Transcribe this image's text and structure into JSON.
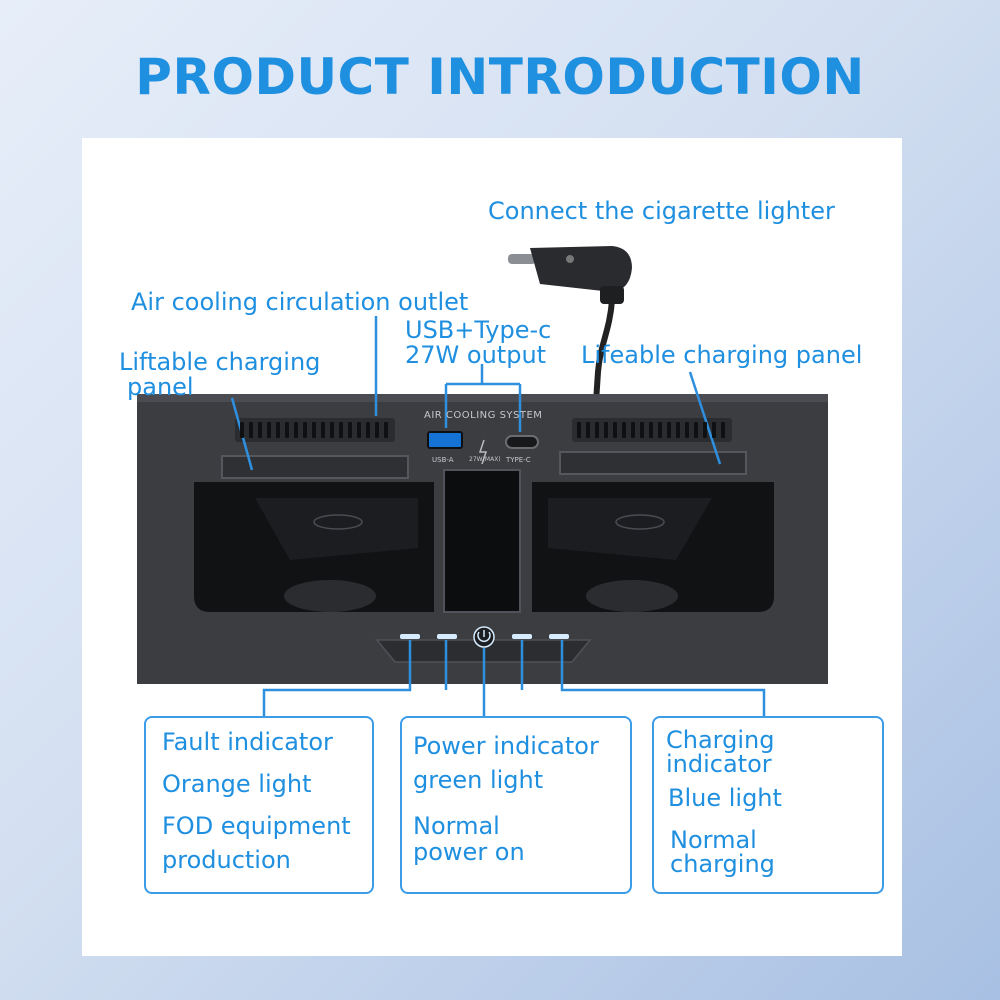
{
  "title": "PRODUCT INTRODUCTION",
  "callouts": {
    "cigarette": "Connect the cigarette lighter",
    "air_cooling": "Air cooling circulation outlet",
    "usb_line1": "USB+Type-c",
    "usb_line2": "27W output",
    "left_panel_line1": "Liftable charging",
    "left_panel_line2": "panel",
    "right_panel": "Lifeable charging panel"
  },
  "device": {
    "top_label": "AIR COOLING SYSTEM",
    "usb_a_label": "USB-A",
    "power_label": "27W(MAX)",
    "type_c_label": "TYPE-C"
  },
  "boxes": {
    "fault": {
      "line1": "Fault indicator",
      "line2": "Orange light",
      "line3": "FOD equipment",
      "line4": "production"
    },
    "power": {
      "line1": "Power indicator",
      "line2": "green light",
      "line3": "Normal",
      "line4": "power on"
    },
    "charging": {
      "line1": "Charging",
      "line2": "indicator",
      "line3": "Blue light",
      "line4": "Normal",
      "line5": "charging"
    }
  },
  "colors": {
    "accent": "#1f8fe0",
    "device_body": "#3b3d41",
    "indicator_glow": "#d7ecff"
  }
}
